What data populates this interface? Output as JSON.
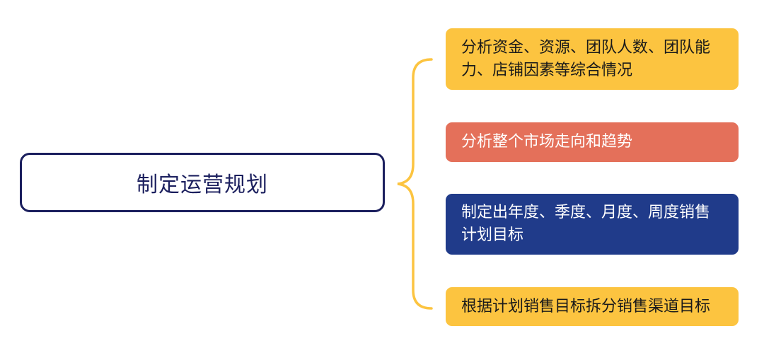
{
  "root": {
    "label": "制定运营规划"
  },
  "branches": [
    {
      "text": "分析资金、资源、团队人数、团队能力、店铺因素等综合情况",
      "bg": "#fcc440",
      "fg": "#1a1a1a"
    },
    {
      "text": "分析整个市场走向和趋势",
      "bg": "#e4705a",
      "fg": "#ffffff"
    },
    {
      "text": "制定出年度、季度、月度、周度销售计划目标",
      "bg": "#203b8a",
      "fg": "#ffffff"
    },
    {
      "text": "根据计划销售目标拆分销售渠道目标",
      "bg": "#fcc440",
      "fg": "#1a1a1a"
    }
  ],
  "colors": {
    "root_border": "#1b1f5e",
    "brace": "#fcc440"
  }
}
